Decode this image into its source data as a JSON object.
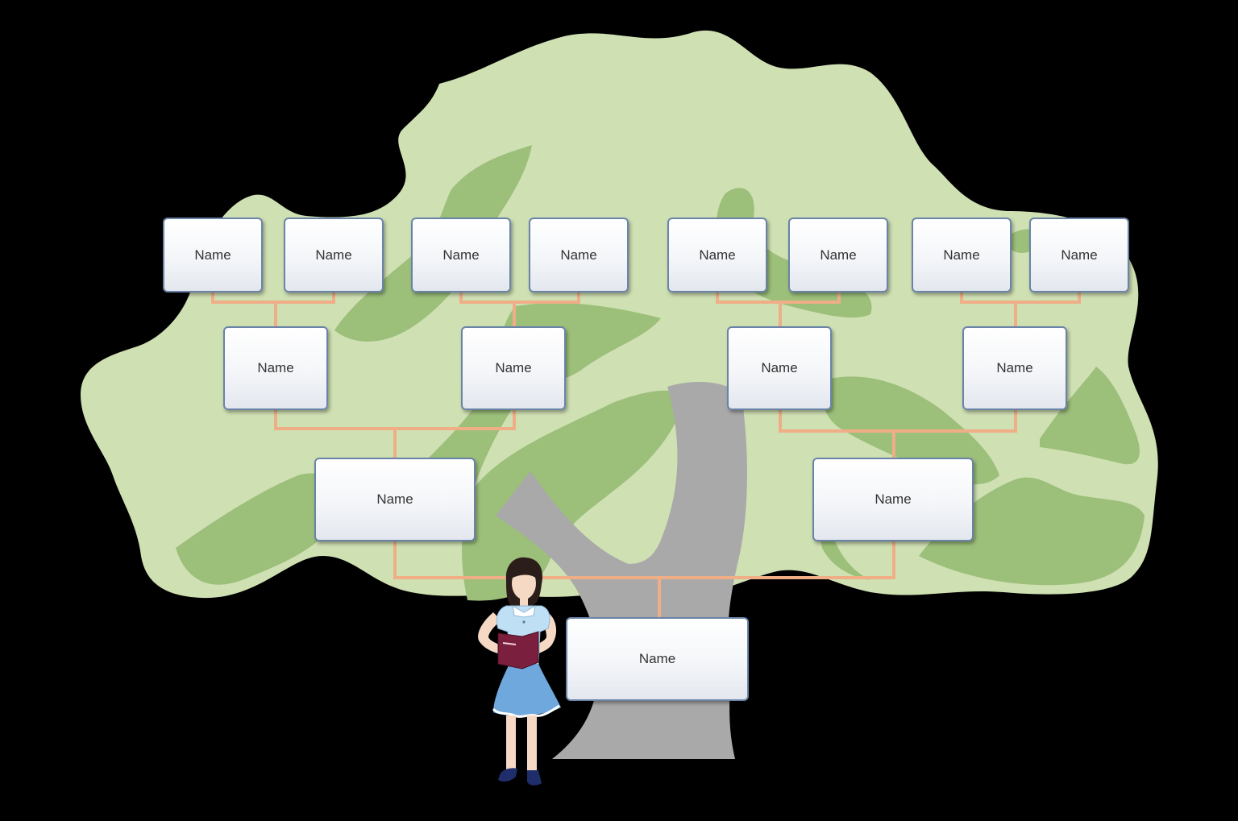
{
  "colors": {
    "background": "#000000",
    "foliage_light": "#cfe0b3",
    "foliage_dark": "#9cbf7a",
    "trunk": "#a9a9a9",
    "connector": "#f0ae87",
    "node_border": "#6a84a8",
    "node_text": "#333333"
  },
  "family_tree": {
    "great_grandparents": [
      {
        "label": "Name"
      },
      {
        "label": "Name"
      },
      {
        "label": "Name"
      },
      {
        "label": "Name"
      },
      {
        "label": "Name"
      },
      {
        "label": "Name"
      },
      {
        "label": "Name"
      },
      {
        "label": "Name"
      }
    ],
    "grandparents": [
      {
        "label": "Name"
      },
      {
        "label": "Name"
      },
      {
        "label": "Name"
      },
      {
        "label": "Name"
      }
    ],
    "parents": [
      {
        "label": "Name"
      },
      {
        "label": "Name"
      }
    ],
    "self": {
      "label": "Name"
    }
  },
  "illustration": {
    "tree_icon": "tree-illustration",
    "person_icon": "girl-holding-book-icon"
  }
}
